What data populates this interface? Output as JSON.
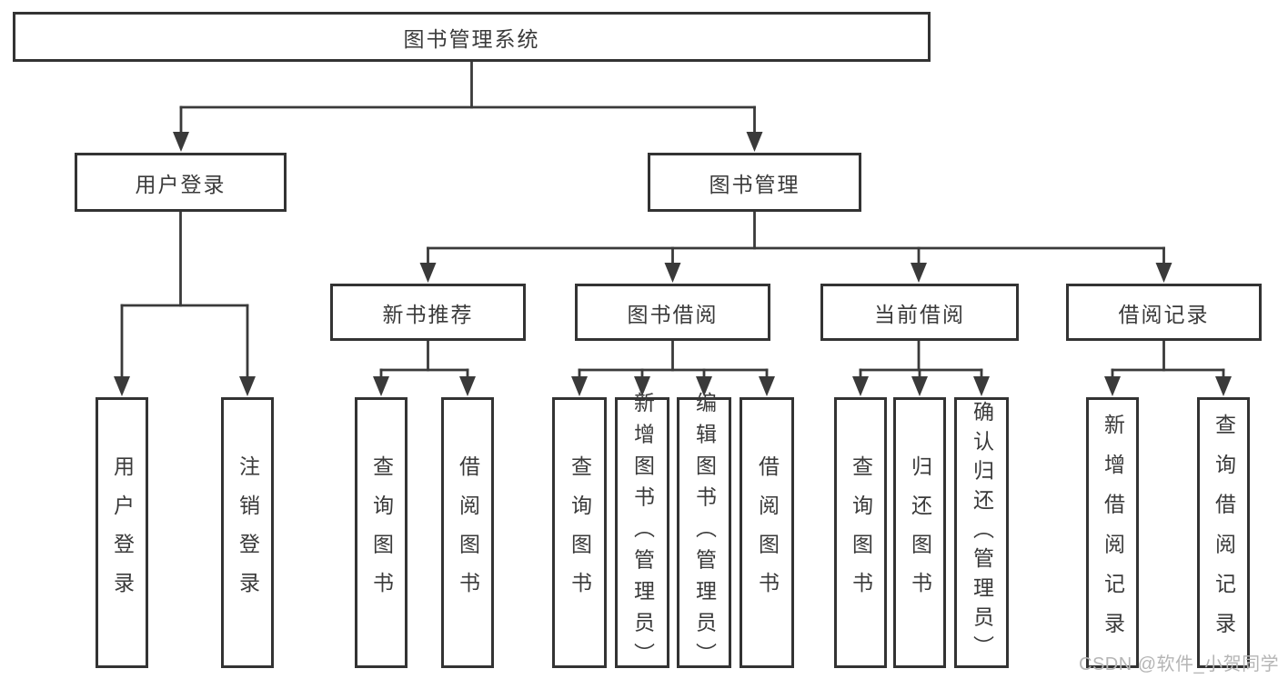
{
  "tree": {
    "root": {
      "label": "图书管理系统"
    },
    "branches": [
      {
        "label": "用户登录",
        "children": [
          {
            "label": "用户登录"
          },
          {
            "label": "注销登录"
          }
        ]
      },
      {
        "label": "图书管理",
        "children": [
          {
            "label": "新书推荐",
            "children": [
              {
                "label": "查询图书"
              },
              {
                "label": "借阅图书"
              }
            ]
          },
          {
            "label": "图书借阅",
            "children": [
              {
                "label": "查询图书"
              },
              {
                "label": "新增图书（管理员）"
              },
              {
                "label": "编辑图书（管理员）"
              },
              {
                "label": "借阅图书"
              }
            ]
          },
          {
            "label": "当前借阅",
            "children": [
              {
                "label": "查询图书"
              },
              {
                "label": "归还图书"
              },
              {
                "label": "确认归还（管理员）"
              }
            ]
          },
          {
            "label": "借阅记录",
            "children": [
              {
                "label": "新增借阅记录"
              },
              {
                "label": "查询借阅记录"
              }
            ]
          }
        ]
      }
    ]
  },
  "watermark": {
    "text": "CSDN @软件_小贺同学",
    "color": "#b5b5b5"
  },
  "colors": {
    "line": "#3a3a3a",
    "box_border": "#333333",
    "text": "#3a3a3a",
    "background": "#ffffff"
  }
}
